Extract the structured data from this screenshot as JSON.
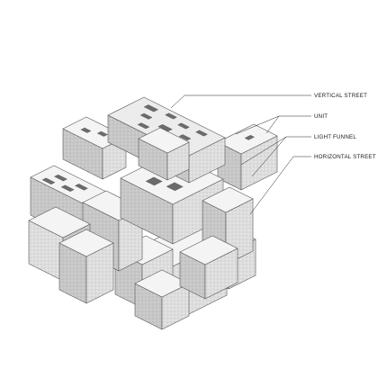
{
  "labels": {
    "vertical_street": "VERTICAL STREET",
    "unit": "UNIT",
    "light_funnel": "LIGHT FUNNEL",
    "horizontal_street": "HORIZONTAL STREET"
  },
  "colors": {
    "top_face": "#f4f4f4",
    "left_face": "#c9c9c9",
    "right_face": "#e2e2e2",
    "line": "#555555",
    "hatch": "#9a9a9a",
    "window": "#6b6b6b",
    "leader": "#222222"
  }
}
